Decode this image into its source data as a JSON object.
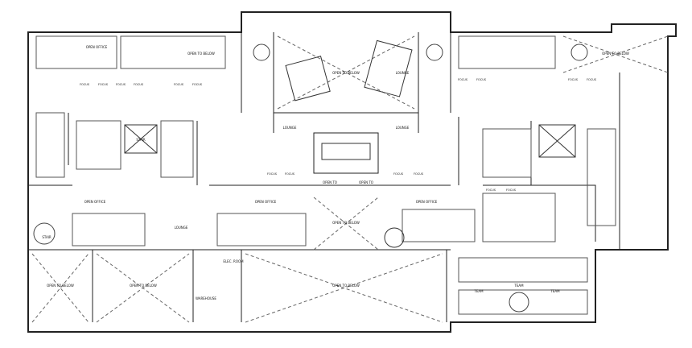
{
  "plan": {
    "open_below": [
      "OPEN TO BELOW",
      "OPEN TO BELOW",
      "OPEN TO BELOW",
      "OPEN TO BELOW",
      "OPEN TO BELOW",
      "OPEN TO BELOW",
      "OPEN TO BELOW"
    ],
    "open_office": [
      "OPEN OFFICE",
      "OPEN OFFICE",
      "OPEN OFFICE",
      "OPEN OFFICE"
    ],
    "lounge": [
      "LOUNGE",
      "LOUNGE",
      "LOUNGE",
      "LOUNGE"
    ],
    "focus": [
      "FOCUS",
      "FOCUS",
      "FOCUS",
      "FOCUS",
      "FOCUS",
      "FOCUS",
      "FOCUS",
      "FOCUS",
      "FOCUS",
      "FOCUS",
      "FOCUS",
      "FOCUS",
      "FOCUS",
      "FOCUS",
      "FOCUS",
      "FOCUS"
    ],
    "open_to": [
      "OPEN TO",
      "OPEN TO"
    ],
    "warehouse": "WAREHOUSE",
    "elec_room": "ELEC. ROOM",
    "stair": [
      "STAIR",
      "STAIR"
    ],
    "team": [
      "TEAM",
      "TEAM",
      "TEAM"
    ]
  }
}
